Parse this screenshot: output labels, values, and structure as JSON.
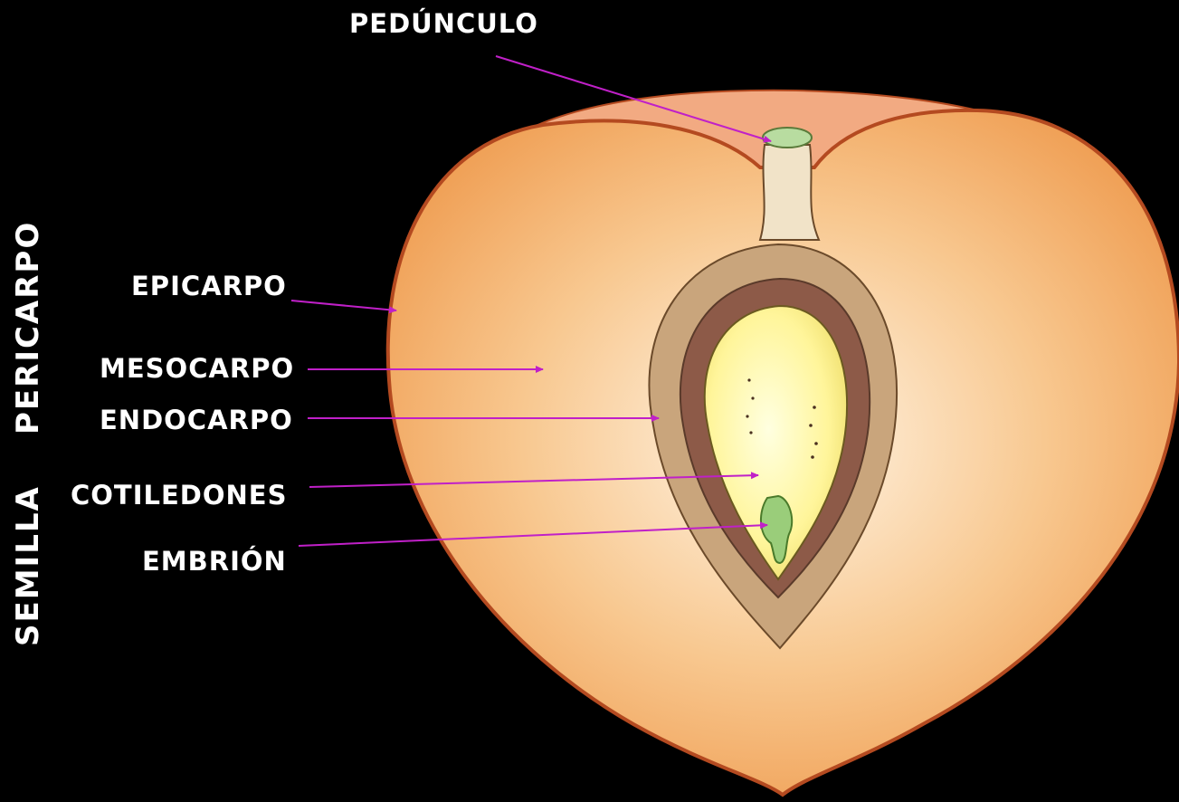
{
  "labels": {
    "peduncle": "PEDÚNCULO",
    "epicarp": "EPICARPO",
    "mesocarp": "MESOCARPO",
    "endocarp": "ENDOCARPO",
    "cotyledons": "COTILEDONES",
    "embryo": "EMBRIÓN"
  },
  "groups": {
    "pericarp": "PERICARPO",
    "seed": "SEMILLA"
  },
  "colors": {
    "background": "#000000",
    "arrow": "#c020c8",
    "skin": "#b44a20",
    "flesh": "#f5b878",
    "stone": "#9a7a5a",
    "seed": "#fff3a0",
    "embryo": "#9acd7a"
  }
}
